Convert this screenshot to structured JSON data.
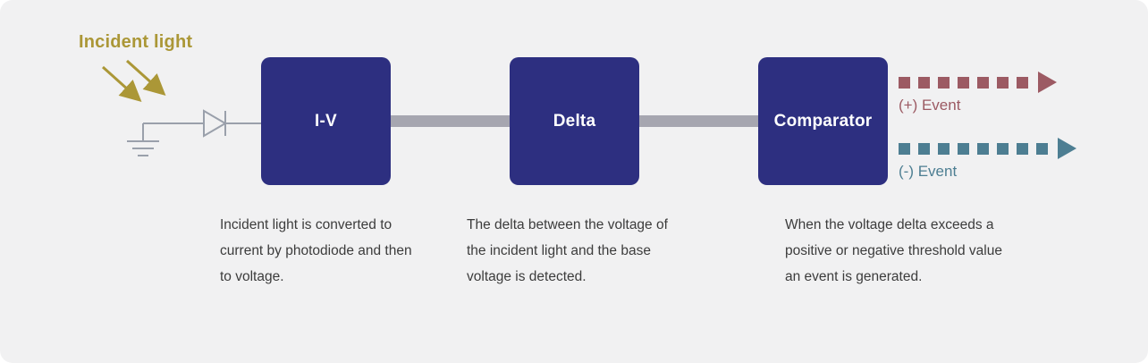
{
  "colors": {
    "background": "#f1f1f2",
    "navy": "#2d2f80",
    "connector": "#a6a6b0",
    "gold": "#ab9737",
    "positive": "#9c5a63",
    "negative": "#4d7e92",
    "circuit": "#9aa0ab",
    "text": "#3c3c3c"
  },
  "incident_light_label": "Incident light",
  "blocks": [
    {
      "label": "I-V",
      "description": "Incident light is converted to current by photodiode and then to voltage."
    },
    {
      "label": "Delta",
      "description": "The delta between the voltage of the incident light and the base voltage is detected."
    },
    {
      "label": "Comparator",
      "description": "When the voltage delta exceeds a positive or negative threshold value an event is generated."
    }
  ],
  "events": [
    {
      "label": "(+) Event"
    },
    {
      "label": "(-) Event"
    }
  ]
}
